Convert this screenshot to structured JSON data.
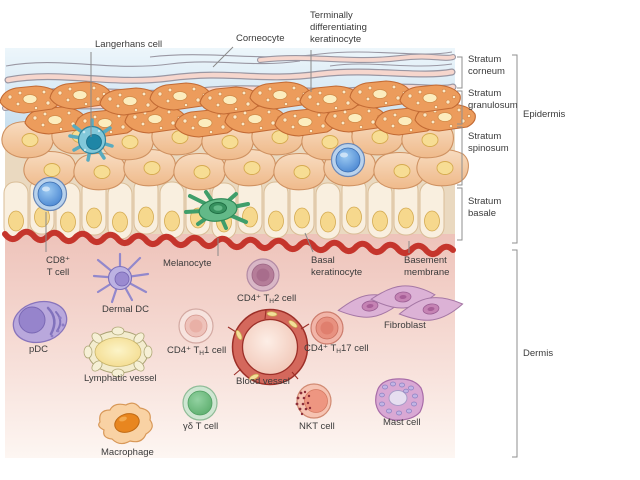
{
  "figure": {
    "type": "skin-immunity-anatomy-diagram",
    "regions": {
      "epidermis": "Epidermis",
      "dermis": "Dermis"
    },
    "strata": {
      "stratum_corneum": "Stratum\ncorneum",
      "stratum_granulosum": "Stratum\ngranulosum",
      "stratum_spinosum": "Stratum\nspinosum",
      "stratum_basale": "Stratum\nbasale"
    },
    "labels": {
      "langerhans_cell": "Langerhans cell",
      "corneocyte": "Corneocyte",
      "terminally_differentiating_keratinocyte": "Terminally\ndifferentiating\nkeratinocyte",
      "cd8_t_cell": "CD8⁺\nT cell",
      "melanocyte": "Melanocyte",
      "basal_keratinocyte": "Basal\nkeratinocyte",
      "basement_membrane": "Basement\nmembrane",
      "dermal_dc": "Dermal DC",
      "pdc": "pDC",
      "lymphatic_vessel": "Lymphatic vessel",
      "cd4_th2_cell": {
        "pre": "CD4⁺ T",
        "sub": "H",
        "post": "2 cell"
      },
      "cd4_th1_cell": {
        "pre": "CD4⁺ T",
        "sub": "H",
        "post": "1 cell"
      },
      "cd4_th17_cell": {
        "pre": "CD4⁺ T",
        "sub": "H",
        "post": "17 cell"
      },
      "fibroblast": "Fibroblast",
      "blood_vessel": "Blood vessel",
      "gamma_delta_t_cell": "γδ T cell",
      "nkt_cell": "NKT cell",
      "mast_cell": "Mast cell",
      "macrophage": "Macrophage"
    },
    "colors": {
      "background": "#ffffff",
      "sky": "#c3dcee",
      "granulosum_cell": "#ec9c5c",
      "spinosum_cell": "#f3c79c",
      "basale_cell": "#f8efdf",
      "corneocyte_ribbon": "#f6d6cd",
      "basement_membrane": "#c5352c",
      "dermis_top": "#eec3ba",
      "langerhans": "#82c8da",
      "t_cell_blue": "#417fce",
      "melanocyte_green": "#63b988",
      "dendritic_purple": "#b9b0e0",
      "lymphatic_yellow": "#f3da8c",
      "blood_vessel_wall": "#d4685c",
      "th2_mauve": "#b57d99",
      "th1_pink": "#eec2ba",
      "th17_salmon": "#e89180",
      "gd_green": "#72bb80",
      "nkt_salmon": "#ee9681",
      "mast_purple": "#d9a8d4",
      "macrophage_orange": "#e8861f",
      "fibroblast_pink": "#dcb2d6",
      "label_text": "#3b3b3b",
      "bracket": "#8f8f8f"
    }
  }
}
